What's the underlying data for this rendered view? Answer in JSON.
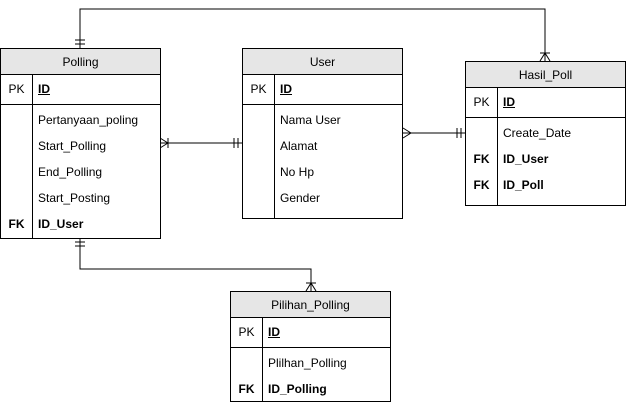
{
  "entities": {
    "polling": {
      "title": "Polling",
      "pk": {
        "key": "PK",
        "name": "ID"
      },
      "fields": [
        {
          "key": "",
          "name": "Pertanyaan_poling"
        },
        {
          "key": "",
          "name": "Start_Polling"
        },
        {
          "key": "",
          "name": "End_Polling"
        },
        {
          "key": "",
          "name": "Start_Posting"
        },
        {
          "key": "FK",
          "name": "ID_User"
        }
      ]
    },
    "user": {
      "title": "User",
      "pk": {
        "key": "PK",
        "name": "ID"
      },
      "fields": [
        {
          "key": "",
          "name": "Nama User"
        },
        {
          "key": "",
          "name": "Alamat"
        },
        {
          "key": "",
          "name": "No Hp"
        },
        {
          "key": "",
          "name": "Gender"
        }
      ]
    },
    "hasil_poll": {
      "title": "Hasil_Poll",
      "pk": {
        "key": "PK",
        "name": "ID"
      },
      "fields": [
        {
          "key": "",
          "name": "Create_Date"
        },
        {
          "key": "FK",
          "name": "ID_User"
        },
        {
          "key": "FK",
          "name": "ID_Poll"
        }
      ]
    },
    "pilihan_polling": {
      "title": "Pilihan_Polling",
      "pk": {
        "key": "PK",
        "name": "ID"
      },
      "fields": [
        {
          "key": "",
          "name": "Plilhan_Polling"
        },
        {
          "key": "FK",
          "name": "ID_Polling"
        }
      ]
    }
  },
  "relationships": [
    {
      "from": "Polling",
      "to": "User",
      "from_cardinality": "many",
      "to_cardinality": "one"
    },
    {
      "from": "User",
      "to": "Hasil_Poll",
      "from_cardinality": "many",
      "to_cardinality": "one"
    },
    {
      "from": "Polling",
      "to": "Hasil_Poll",
      "from_cardinality": "one",
      "to_cardinality": "many"
    },
    {
      "from": "Polling",
      "to": "Pilihan_Polling",
      "from_cardinality": "one",
      "to_cardinality": "many"
    }
  ]
}
